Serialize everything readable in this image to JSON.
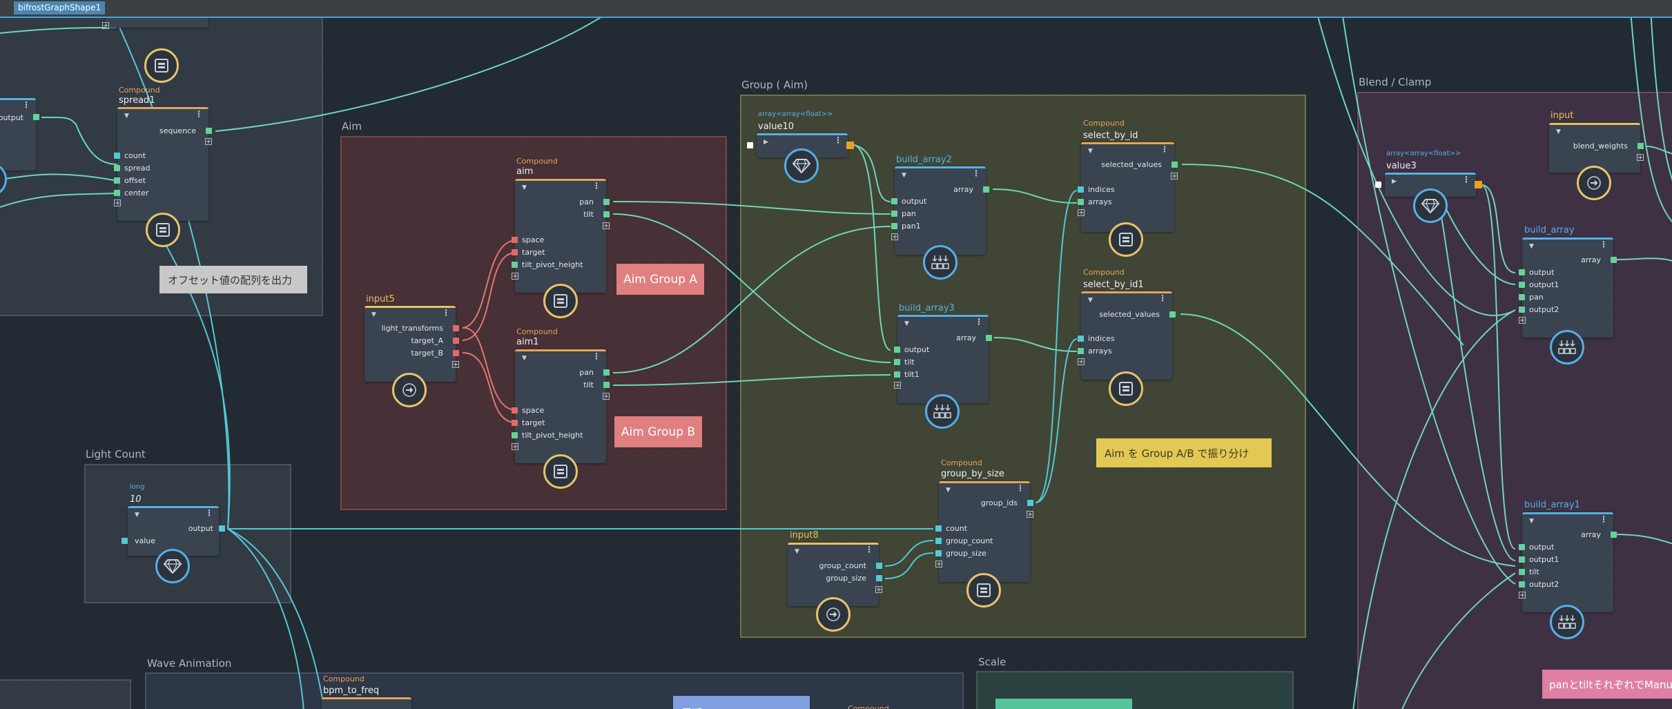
{
  "window": {
    "tab_label": "bifrostGraphShape1"
  },
  "groups": {
    "aim": "Aim",
    "group_aim": "Group ( Aim)",
    "blend_clamp": "Blend / Clamp",
    "light_count": "Light Count",
    "wave_animation": "Wave Animation",
    "scale": "Scale"
  },
  "stickies": {
    "offset": "オフセット値の配列を出力",
    "aim_group_a": "Aim Group A",
    "aim_group_b": "Aim Group B",
    "aim_ab": "Aim を Group A/B で振り分け",
    "pan_tilt": "panとtiltそれぞれでManual, A",
    "wave": "周期アニメーション"
  },
  "nodes": {
    "top_left": {
      "port_center": "center"
    },
    "output_left": {
      "port_output": "output"
    },
    "spread1": {
      "type": "Compound",
      "title": "spread1",
      "out_sequence": "sequence",
      "in_count": "count",
      "in_spread": "spread",
      "in_offset": "offset",
      "in_center": "center"
    },
    "aim": {
      "type": "Compound",
      "title": "aim",
      "out_pan": "pan",
      "out_tilt": "tilt",
      "in_space": "space",
      "in_target": "target",
      "in_tilt_pivot_height": "tilt_pivot_height"
    },
    "aim1": {
      "type": "Compound",
      "title": "aim1",
      "out_pan": "pan",
      "out_tilt": "tilt",
      "in_space": "space",
      "in_target": "target",
      "in_tilt_pivot_height": "tilt_pivot_height"
    },
    "input5": {
      "title": "input5",
      "out_light_transforms": "light_transforms",
      "out_target_a": "target_A",
      "out_target_b": "target_B"
    },
    "value10": {
      "type": "array<array<float>>",
      "title": "value10"
    },
    "build_array2": {
      "title": "build_array2",
      "out_array": "array",
      "in_output": "output",
      "in_pan": "pan",
      "in_pan1": "pan1"
    },
    "build_array3": {
      "title": "build_array3",
      "out_array": "array",
      "in_output": "output",
      "in_tilt": "tilt",
      "in_tilt1": "tilt1"
    },
    "select_by_id": {
      "type": "Compound",
      "title": "select_by_id",
      "out_selected_values": "selected_values",
      "in_indices": "indices",
      "in_arrays": "arrays"
    },
    "select_by_id1": {
      "type": "Compound",
      "title": "select_by_id1",
      "out_selected_values": "selected_values",
      "in_indices": "indices",
      "in_arrays": "arrays"
    },
    "group_by_size": {
      "type": "Compound",
      "title": "group_by_size",
      "out_group_ids": "group_ids",
      "in_count": "count",
      "in_group_count": "group_count",
      "in_group_size": "group_size"
    },
    "input8": {
      "title": "input8",
      "out_group_count": "group_count",
      "out_group_size": "group_size"
    },
    "long10": {
      "type": "long",
      "title": "10",
      "out_output": "output",
      "in_value": "value"
    },
    "value3": {
      "type": "array<array<float>>",
      "title": "value3"
    },
    "input_right": {
      "title": "input",
      "out_blend_weights": "blend_weights"
    },
    "build_array": {
      "title": "build_array",
      "out_array": "array",
      "in_output": "output",
      "in_output1": "output1",
      "in_pan": "pan",
      "in_output2": "output2"
    },
    "build_array1": {
      "title": "build_array1",
      "out_array": "array",
      "in_output": "output",
      "in_output1": "output1",
      "in_tilt": "tilt",
      "in_output2": "output2"
    },
    "bpm_to_freq": {
      "type": "Compound",
      "title": "bpm_to_freq"
    },
    "compound_bottom": {
      "type": "Compound"
    }
  },
  "colors": {
    "wire": "#6fd6b8",
    "wire_cyan": "#54c8d2",
    "wire_red": "#e0786f",
    "compound_type": "#e6a45a",
    "array_type": "#55b1e6",
    "port_green": "#64d39a",
    "port_cyan": "#52c9d6",
    "port_red": "#e36a6a",
    "port_orange": "#f0a020"
  }
}
